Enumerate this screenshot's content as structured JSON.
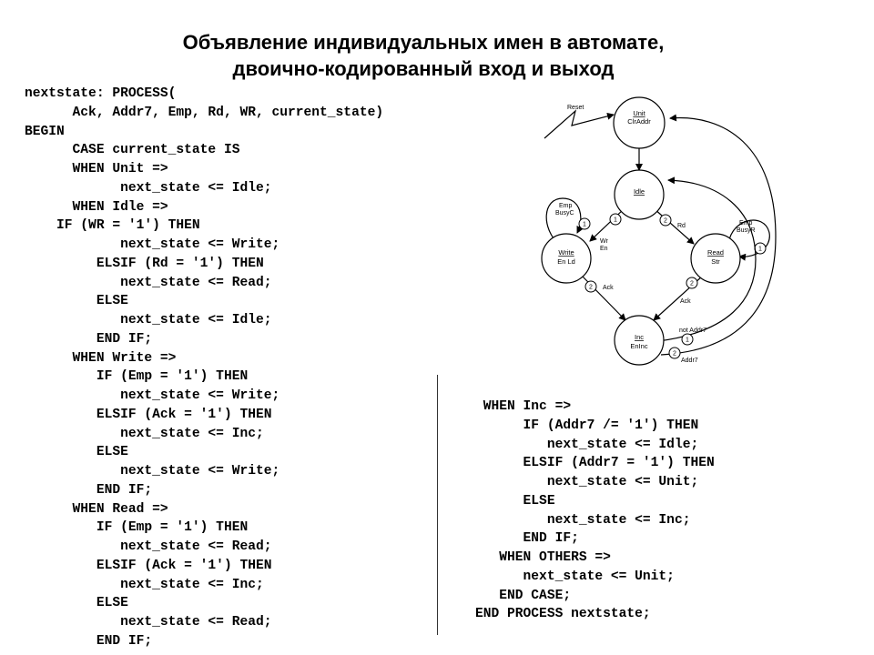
{
  "title": {
    "line1": "Объявление индивидуальных имен в автомате,",
    "line2": "двоично-кодированный вход и выход"
  },
  "code_left": [
    "nextstate: PROCESS(",
    "      Ack, Addr7, Emp, Rd, WR, current_state)",
    "BEGIN",
    "      CASE current_state IS",
    "      WHEN Unit =>",
    "            next_state <= Idle;",
    "      WHEN Idle =>",
    "    IF (WR = '1') THEN",
    "            next_state <= Write;",
    "         ELSIF (Rd = '1') THEN",
    "            next_state <= Read;",
    "         ELSE",
    "            next_state <= Idle;",
    "         END IF;",
    "      WHEN Write =>",
    "         IF (Emp = '1') THEN",
    "            next_state <= Write;",
    "         ELSIF (Ack = '1') THEN",
    "            next_state <= Inc;",
    "         ELSE",
    "            next_state <= Write;",
    "         END IF;",
    "      WHEN Read =>",
    "         IF (Emp = '1') THEN",
    "            next_state <= Read;",
    "         ELSIF (Ack = '1') THEN",
    "            next_state <= Inc;",
    "         ELSE",
    "            next_state <= Read;",
    "         END IF;"
  ],
  "code_right": [
    " WHEN Inc =>",
    "      IF (Addr7 /= '1') THEN",
    "         next_state <= Idle;",
    "      ELSIF (Addr7 = '1') THEN",
    "         next_state <= Unit;",
    "      ELSE",
    "         next_state <= Inc;",
    "      END IF;",
    "   WHEN OTHERS =>",
    "      next_state <= Unit;",
    "   END CASE;",
    "END PROCESS nextstate;"
  ],
  "diagram": {
    "reset_label": "Reset",
    "states": {
      "unit": {
        "name": "Unit",
        "output": "ClrAddr"
      },
      "idle": {
        "name": "Idle",
        "output": ""
      },
      "write": {
        "name": "Write",
        "output": "En Ld"
      },
      "read": {
        "name": "Read",
        "output": "Str"
      },
      "inc": {
        "name": "Inc",
        "output": "EnInc"
      }
    },
    "conditions": {
      "write_self_top": "Emp",
      "write_self_bottom": "BusyC",
      "read_self_top": "Emp",
      "read_self_bottom": "BusyR",
      "idle_to_write_top": "Wr",
      "idle_to_write_bottom": "En",
      "idle_to_read": "Rd",
      "write_to_inc": "Ack",
      "read_to_inc": "Ack",
      "inc_to_idle": "not Addr7",
      "inc_to_unit": "Addr7"
    },
    "priorities": {
      "write_self": "1",
      "idle_to_write": "1",
      "idle_to_read": "2",
      "read_self": "1",
      "write_to_inc": "2",
      "read_to_inc": "2",
      "inc_to_idle": "1",
      "inc_to_unit": "2"
    }
  }
}
